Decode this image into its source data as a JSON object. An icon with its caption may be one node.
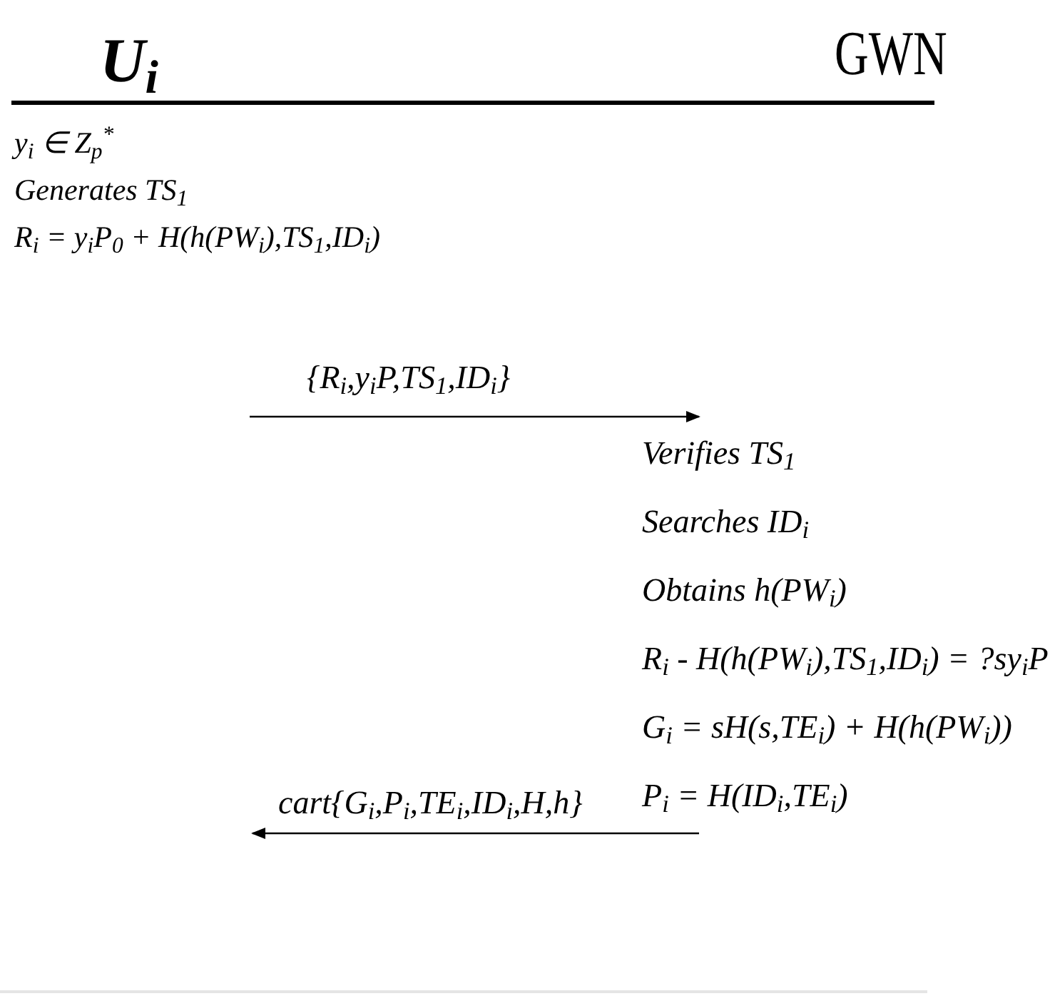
{
  "diagram": {
    "nodes": [
      {
        "text": [
          "U$_{i}$"
        ]
      },
      {
        "text": [
          "GWN"
        ]
      },
      {
        "text": [
          "y$_{i}$ ∈ Z$_{p}$$^{*}$",
          "Generates TS$_{1}$",
          "R$_{i}$ = y$_{i}$P$_{0}$ + H(h(PW$_{i}$),TS$_{1}$,ID$_{i}$)"
        ]
      },
      {
        "text": [
          "Verifies TS$_{1}$",
          "Searches ID$_{i}$",
          "Obtains h(PW$_{i}$)",
          "R$_{i}$ - H(h(PW$_{i}$),TS$_{1}$,ID$_{i}$) = ?sy$_{i}$P",
          "G$_{i}$ = sH(s,TE$_{i}$) + H(h(PW$_{i}$))",
          "P$_{i}$ = H(ID$_{i}$,TE$_{i}$)"
        ]
      }
    ],
    "edges": [
      {
        "from": null,
        "to": 3,
        "arrow": "to",
        "label": "{R$_{i}$,y$_{i}$P,TS$_{1}$,ID$_{i}$}"
      },
      {
        "from": 3,
        "to": null,
        "arrow": "to",
        "label": "cart{G$_{i}$,P$_{i}$,TE$_{i}$,ID$_{i}$,H,h}"
      }
    ]
  }
}
